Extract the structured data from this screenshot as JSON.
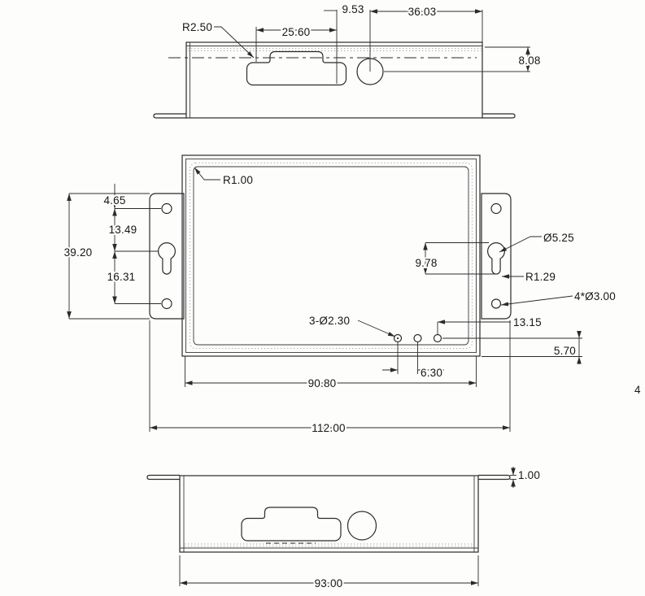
{
  "drawing": {
    "top_view": {
      "connector_radius": "R2.50",
      "connector_width": "25.60",
      "hole_offset": "9.53",
      "hole_to_edge": "36.03",
      "hole_center_depth": "8.08"
    },
    "plan_view": {
      "corner_radius": "R1.00",
      "flange_top_to_hole": "4.65",
      "hole_to_keyhole": "13.49",
      "flange_height": "39.20",
      "keyhole_to_hole": "16.31",
      "keyhole_length": "9.78",
      "keyhole_diameter": "Ø5.25",
      "keyhole_slot_radius": "R1.29",
      "mounting_holes": "4*Ø3.00",
      "hole_to_edge": "13.15",
      "small_holes": "3-Ø2.30",
      "holes_to_bottom": "5.70",
      "hole_spacing": "6.30",
      "inner_width": "90.80",
      "overall_width": "112.00"
    },
    "bottom_view": {
      "flange_thickness": "1.00",
      "body_width": "93.00"
    },
    "margin_note": "4"
  }
}
